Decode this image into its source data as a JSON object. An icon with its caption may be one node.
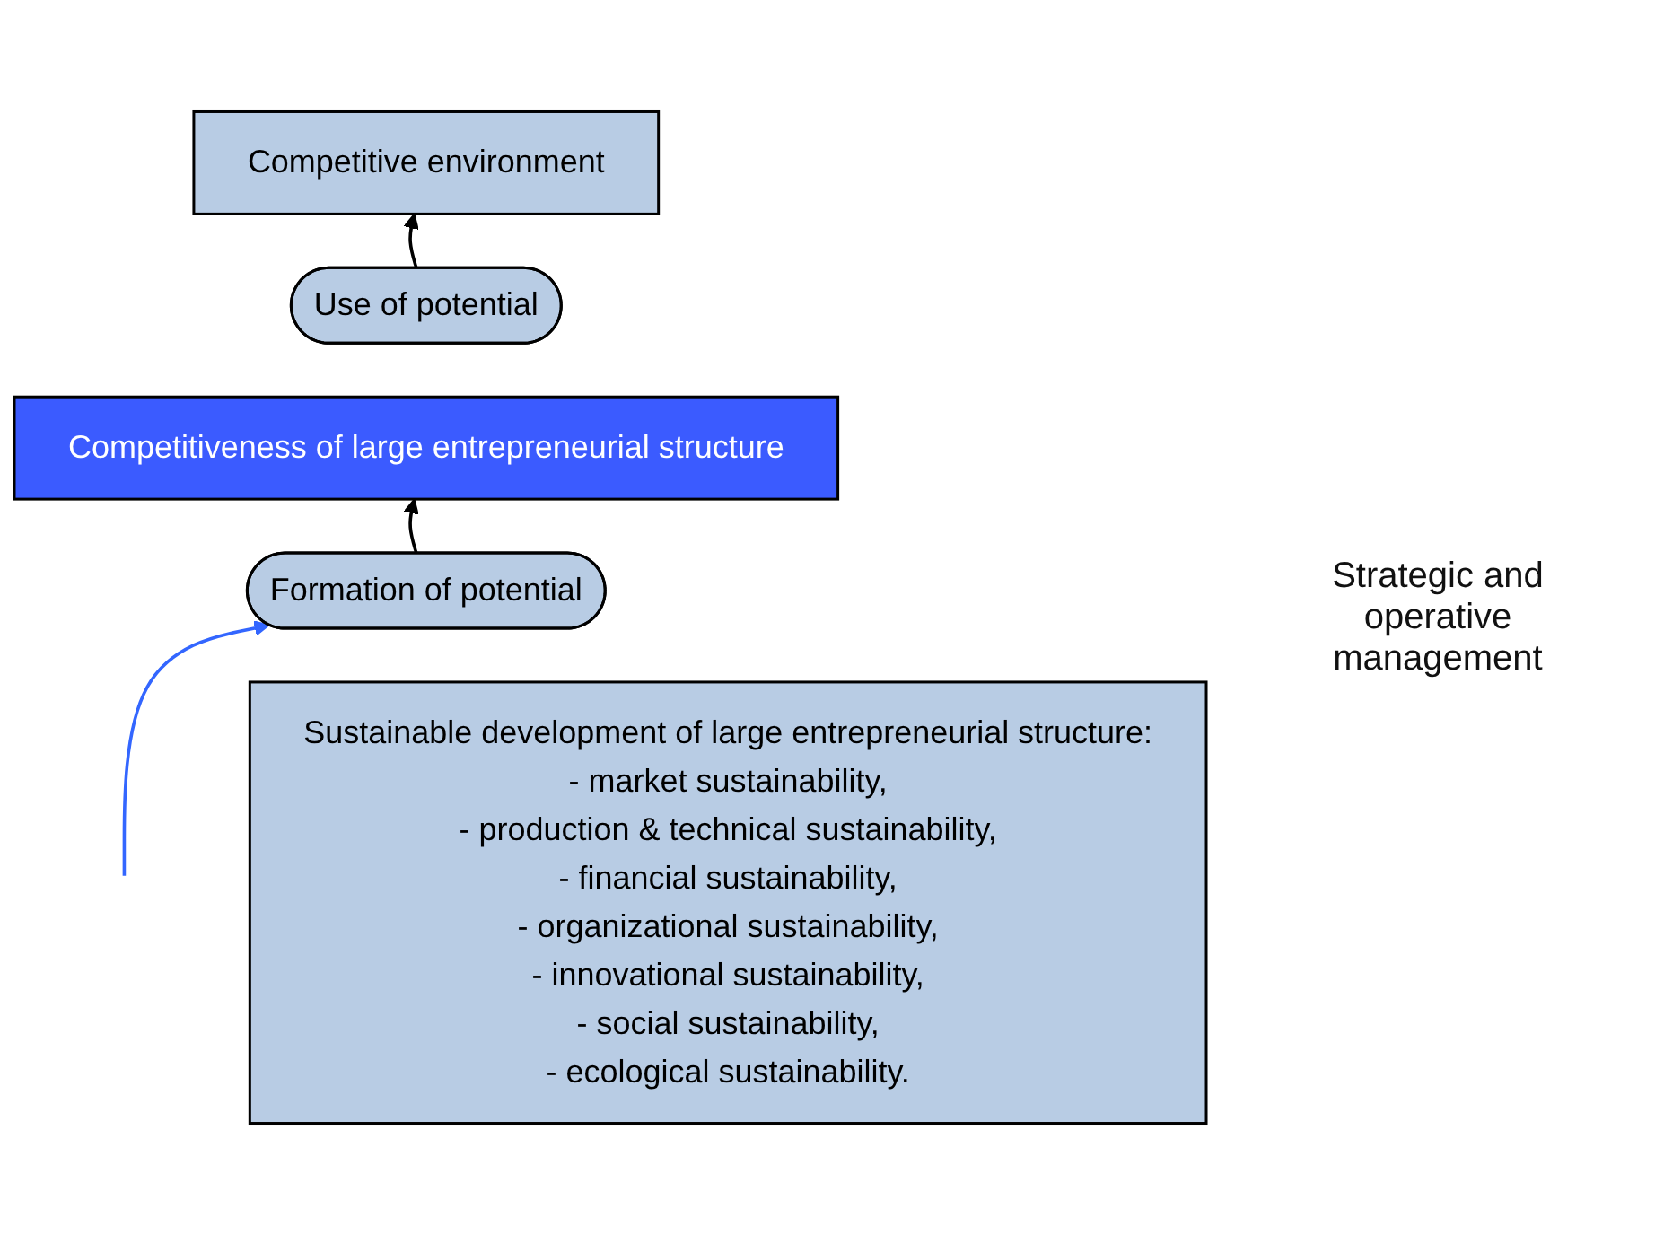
{
  "diagram": {
    "nodes": [
      {
        "text": [
          "Competitive environment"
        ]
      },
      {
        "text": [
          "Use of potential"
        ]
      },
      {
        "text": [
          "Competitiveness of large entrepreneurial structure"
        ]
      },
      {
        "text": [
          "Formation of potential"
        ]
      },
      {
        "text": [
          "Sustainable development of large entrepreneurial structure:",
          "- market sustainability,",
          "- production & technical sustainability,",
          "- financial sustainability,",
          "- organizational sustainability,",
          "- innovational sustainability,",
          "- social sustainability,",
          "- ecological sustainability."
        ]
      }
    ],
    "edges": [
      {
        "from": 1,
        "to": 0,
        "arrow": "to"
      },
      {
        "from": 3,
        "to": 2,
        "arrow": "to"
      },
      {
        "from": null,
        "to": 3,
        "arrow": "to",
        "color": "#3366ff"
      }
    ],
    "labels": [
      "Strategic and operative management"
    ]
  }
}
